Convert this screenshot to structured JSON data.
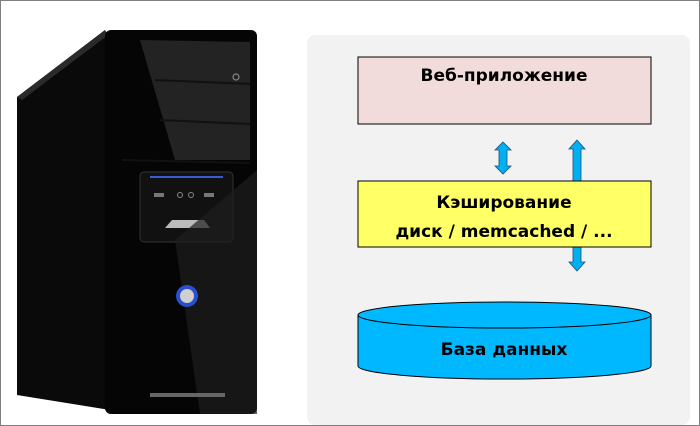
{
  "diagram": {
    "web_app": {
      "label": "Веб-приложение",
      "color": "#f2dcdb"
    },
    "cache": {
      "line1": "Кэширование",
      "line2": "диск / memcached / ...",
      "color": "#ffff66"
    },
    "database": {
      "label": "База данных",
      "color": "#00b8ff"
    },
    "arrow_color": "#00b0f0",
    "panel_color": "#f2f2f2"
  }
}
